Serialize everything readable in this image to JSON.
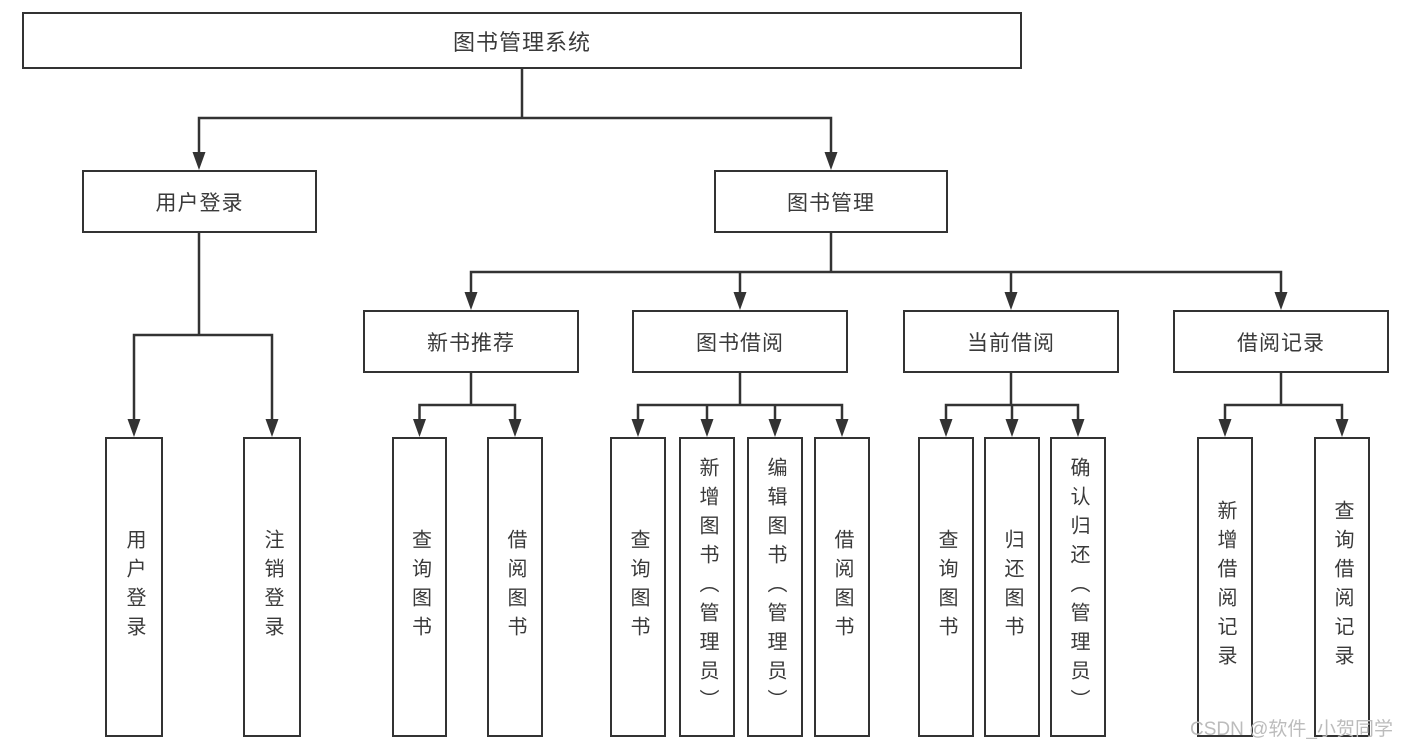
{
  "diagram": {
    "root": {
      "label": "图书管理系统"
    },
    "children": [
      {
        "label": "用户登录",
        "children": [
          {
            "label": "用户登录"
          },
          {
            "label": "注销登录"
          }
        ]
      },
      {
        "label": "图书管理",
        "children": [
          {
            "label": "新书推荐",
            "children": [
              {
                "label": "查询图书"
              },
              {
                "label": "借阅图书"
              }
            ]
          },
          {
            "label": "图书借阅",
            "children": [
              {
                "label": "查询图书"
              },
              {
                "label": "新增图书（管理员）"
              },
              {
                "label": "编辑图书（管理员）"
              },
              {
                "label": "借阅图书"
              }
            ]
          },
          {
            "label": "当前借阅",
            "children": [
              {
                "label": "查询图书"
              },
              {
                "label": "归还图书"
              },
              {
                "label": "确认归还（管理员）"
              }
            ]
          },
          {
            "label": "借阅记录",
            "children": [
              {
                "label": "新增借阅记录"
              },
              {
                "label": "查询借阅记录"
              }
            ]
          }
        ]
      }
    ]
  },
  "watermark": {
    "text": "CSDN @软件_小贺同学"
  },
  "colors": {
    "line": "#333333",
    "box_border": "#333333",
    "box_fill": "#ffffff",
    "text": "#3a3a3a",
    "watermark": "#bcbcbc"
  }
}
